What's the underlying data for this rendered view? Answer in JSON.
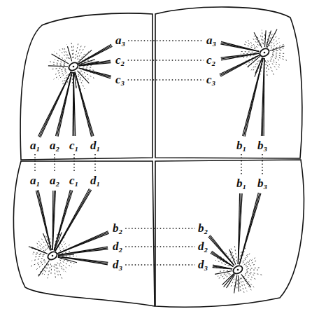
{
  "diagram": {
    "labels": [
      "a₃",
      "a₃",
      "c₂",
      "c₂",
      "c₃",
      "c₃",
      "a₁",
      "a₂",
      "c₁",
      "d₁",
      "b₁",
      "b₃",
      "a₁",
      "a₂",
      "c₁",
      "d₁",
      "b₁",
      "b₃",
      "b₂",
      "b₂",
      "d₂",
      "d₂",
      "d₃",
      "d₃"
    ]
  }
}
